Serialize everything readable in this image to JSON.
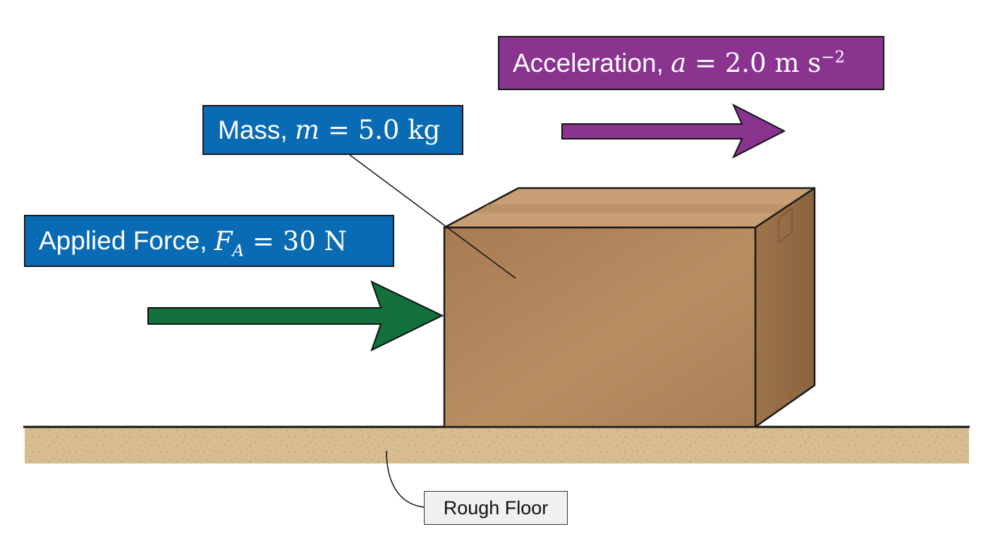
{
  "labels": {
    "mass": {
      "name": "Mass",
      "symbol": "m",
      "value": "5.0",
      "unit": "kg"
    },
    "force": {
      "name": "Applied Force",
      "symbol": "F",
      "subscript": "A",
      "value": "30",
      "unit": "N"
    },
    "acceleration": {
      "name": "Acceleration",
      "symbol": "a",
      "value": "2.0",
      "unit_base": "m s",
      "unit_exponent": "−2"
    },
    "floor": "Rough Floor"
  },
  "colors": {
    "mass_label": "#0a6bb5",
    "force_label": "#0a6bb5",
    "acceleration_label": "#8a3490",
    "force_arrow": "#12703a",
    "acceleration_arrow": "#8a3490",
    "box_front": "#b98e63",
    "box_top": "#c89f74",
    "box_side": "#9c734a",
    "floor_fill": "#d7bd8f",
    "floor_speckle": "#a88a5c",
    "outline": "#1a1a1a"
  },
  "icons": {
    "box": "cardboard-box",
    "force_arrow": "right-arrow",
    "acceleration_arrow": "right-arrow"
  }
}
